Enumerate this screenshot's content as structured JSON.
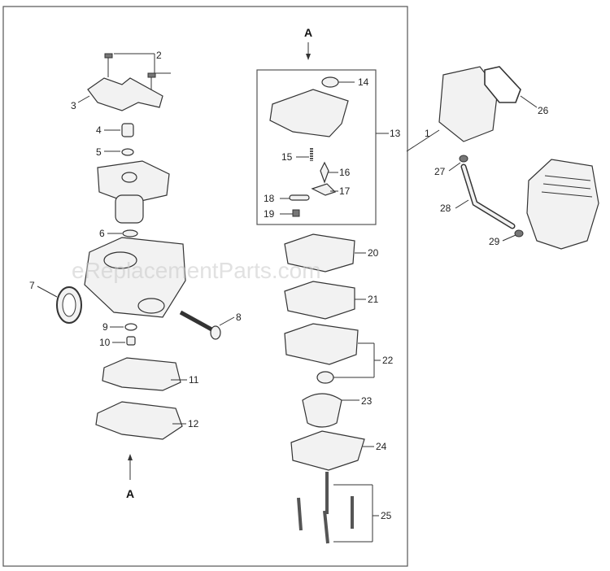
{
  "watermark": "eReplacementParts.com",
  "section_marks": {
    "top": "A",
    "bottom": "A"
  },
  "callouts": [
    "1",
    "2",
    "3",
    "4",
    "5",
    "6",
    "7",
    "8",
    "9",
    "10",
    "11",
    "12",
    "13",
    "14",
    "15",
    "16",
    "17",
    "18",
    "19",
    "20",
    "21",
    "22",
    "23",
    "24",
    "25",
    "26",
    "27",
    "28",
    "29"
  ]
}
